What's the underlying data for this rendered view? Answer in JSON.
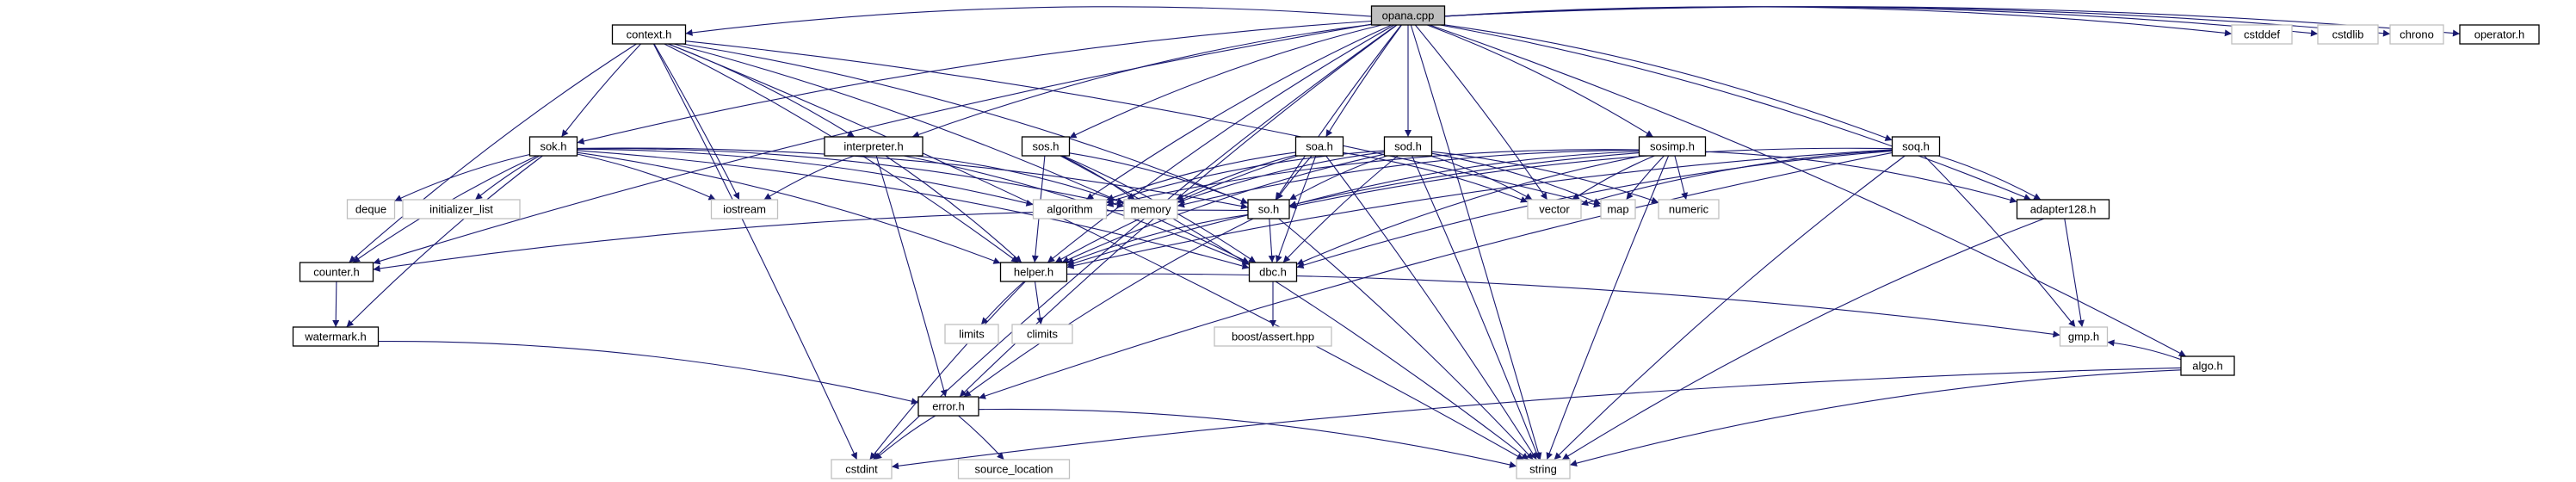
{
  "root": "opana.cpp",
  "nodes": [
    {
      "id": "opana",
      "label": "opana.cpp",
      "kind": "root"
    },
    {
      "id": "context",
      "label": "context.h",
      "kind": "doc"
    },
    {
      "id": "sok",
      "label": "sok.h",
      "kind": "doc"
    },
    {
      "id": "interpreter",
      "label": "interpreter.h",
      "kind": "doc"
    },
    {
      "id": "sos",
      "label": "sos.h",
      "kind": "doc"
    },
    {
      "id": "soa",
      "label": "soa.h",
      "kind": "doc"
    },
    {
      "id": "sod",
      "label": "sod.h",
      "kind": "doc"
    },
    {
      "id": "sosimp",
      "label": "sosimp.h",
      "kind": "doc"
    },
    {
      "id": "soq",
      "label": "soq.h",
      "kind": "doc"
    },
    {
      "id": "so",
      "label": "so.h",
      "kind": "doc"
    },
    {
      "id": "counter",
      "label": "counter.h",
      "kind": "doc"
    },
    {
      "id": "helper",
      "label": "helper.h",
      "kind": "doc"
    },
    {
      "id": "dbc",
      "label": "dbc.h",
      "kind": "doc"
    },
    {
      "id": "watermark",
      "label": "watermark.h",
      "kind": "doc"
    },
    {
      "id": "error",
      "label": "error.h",
      "kind": "doc"
    },
    {
      "id": "adapter128",
      "label": "adapter128.h",
      "kind": "doc"
    },
    {
      "id": "algo",
      "label": "algo.h",
      "kind": "doc"
    },
    {
      "id": "operator",
      "label": "operator.h",
      "kind": "doc"
    },
    {
      "id": "cstddef",
      "label": "cstddef",
      "kind": "sys"
    },
    {
      "id": "cstdlib",
      "label": "cstdlib",
      "kind": "sys"
    },
    {
      "id": "chrono",
      "label": "chrono",
      "kind": "sys"
    },
    {
      "id": "deque",
      "label": "deque",
      "kind": "sys"
    },
    {
      "id": "initializer_list",
      "label": "initializer_list",
      "kind": "sys"
    },
    {
      "id": "iostream",
      "label": "iostream",
      "kind": "sys"
    },
    {
      "id": "algorithm",
      "label": "algorithm",
      "kind": "sys"
    },
    {
      "id": "memory",
      "label": "memory",
      "kind": "sys"
    },
    {
      "id": "vector",
      "label": "vector",
      "kind": "sys"
    },
    {
      "id": "map",
      "label": "map",
      "kind": "sys"
    },
    {
      "id": "numeric",
      "label": "numeric",
      "kind": "sys"
    },
    {
      "id": "limits",
      "label": "limits",
      "kind": "sys"
    },
    {
      "id": "climits",
      "label": "climits",
      "kind": "sys"
    },
    {
      "id": "boost_assert",
      "label": "boost/assert.hpp",
      "kind": "sys"
    },
    {
      "id": "gmp",
      "label": "gmp.h",
      "kind": "sys"
    },
    {
      "id": "cstdint",
      "label": "cstdint",
      "kind": "sys"
    },
    {
      "id": "source_location",
      "label": "source_location",
      "kind": "sys"
    },
    {
      "id": "string",
      "label": "string",
      "kind": "sys"
    }
  ],
  "edges": [
    [
      "opana",
      "context"
    ],
    [
      "opana",
      "sok"
    ],
    [
      "opana",
      "interpreter"
    ],
    [
      "opana",
      "sos"
    ],
    [
      "opana",
      "soa"
    ],
    [
      "opana",
      "sod"
    ],
    [
      "opana",
      "sosimp"
    ],
    [
      "opana",
      "soq"
    ],
    [
      "opana",
      "algo"
    ],
    [
      "opana",
      "operator"
    ],
    [
      "opana",
      "cstddef"
    ],
    [
      "opana",
      "cstdlib"
    ],
    [
      "opana",
      "chrono"
    ],
    [
      "opana",
      "adapter128"
    ],
    [
      "opana",
      "so"
    ],
    [
      "opana",
      "helper"
    ],
    [
      "opana",
      "error"
    ],
    [
      "opana",
      "counter"
    ],
    [
      "opana",
      "cstdint"
    ],
    [
      "opana",
      "string"
    ],
    [
      "opana",
      "vector"
    ],
    [
      "opana",
      "algorithm"
    ],
    [
      "context",
      "sok"
    ],
    [
      "context",
      "interpreter"
    ],
    [
      "context",
      "counter"
    ],
    [
      "context",
      "helper"
    ],
    [
      "context",
      "dbc"
    ],
    [
      "context",
      "iostream"
    ],
    [
      "context",
      "map"
    ],
    [
      "context",
      "cstdint"
    ],
    [
      "context",
      "string"
    ],
    [
      "context",
      "so"
    ],
    [
      "sok",
      "deque"
    ],
    [
      "sok",
      "initializer_list"
    ],
    [
      "sok",
      "iostream"
    ],
    [
      "sok",
      "algorithm"
    ],
    [
      "sok",
      "memory"
    ],
    [
      "sok",
      "so"
    ],
    [
      "sok",
      "counter"
    ],
    [
      "sok",
      "watermark"
    ],
    [
      "sok",
      "helper"
    ],
    [
      "sok",
      "dbc"
    ],
    [
      "interpreter",
      "iostream"
    ],
    [
      "interpreter",
      "memory"
    ],
    [
      "interpreter",
      "helper"
    ],
    [
      "interpreter",
      "dbc"
    ],
    [
      "interpreter",
      "error"
    ],
    [
      "sos",
      "memory"
    ],
    [
      "sos",
      "so"
    ],
    [
      "sos",
      "helper"
    ],
    [
      "sos",
      "dbc"
    ],
    [
      "sos",
      "string"
    ],
    [
      "soa",
      "algorithm"
    ],
    [
      "soa",
      "memory"
    ],
    [
      "soa",
      "so"
    ],
    [
      "soa",
      "helper"
    ],
    [
      "soa",
      "dbc"
    ],
    [
      "soa",
      "vector"
    ],
    [
      "soa",
      "string"
    ],
    [
      "sod",
      "algorithm"
    ],
    [
      "sod",
      "memory"
    ],
    [
      "sod",
      "so"
    ],
    [
      "sod",
      "helper"
    ],
    [
      "sod",
      "dbc"
    ],
    [
      "sod",
      "vector"
    ],
    [
      "sod",
      "map"
    ],
    [
      "sod",
      "string"
    ],
    [
      "sod",
      "numeric"
    ],
    [
      "sosimp",
      "algorithm"
    ],
    [
      "sosimp",
      "memory"
    ],
    [
      "sosimp",
      "so"
    ],
    [
      "sosimp",
      "vector"
    ],
    [
      "sosimp",
      "map"
    ],
    [
      "sosimp",
      "numeric"
    ],
    [
      "sosimp",
      "helper"
    ],
    [
      "sosimp",
      "dbc"
    ],
    [
      "sosimp",
      "adapter128"
    ],
    [
      "sosimp",
      "string"
    ],
    [
      "soq",
      "so"
    ],
    [
      "soq",
      "vector"
    ],
    [
      "soq",
      "adapter128"
    ],
    [
      "soq",
      "gmp"
    ],
    [
      "soq",
      "helper"
    ],
    [
      "soq",
      "dbc"
    ],
    [
      "soq",
      "error"
    ],
    [
      "soq",
      "string"
    ],
    [
      "so",
      "counter"
    ],
    [
      "so",
      "helper"
    ],
    [
      "so",
      "dbc"
    ],
    [
      "so",
      "error"
    ],
    [
      "so",
      "string"
    ],
    [
      "counter",
      "watermark"
    ],
    [
      "watermark",
      "error"
    ],
    [
      "helper",
      "limits"
    ],
    [
      "helper",
      "climits"
    ],
    [
      "helper",
      "gmp"
    ],
    [
      "helper",
      "cstdint"
    ],
    [
      "dbc",
      "boost_assert"
    ],
    [
      "error",
      "cstdint"
    ],
    [
      "error",
      "source_location"
    ],
    [
      "error",
      "string"
    ],
    [
      "adapter128",
      "gmp"
    ],
    [
      "adapter128",
      "string"
    ],
    [
      "algo",
      "gmp"
    ],
    [
      "algo",
      "cstdint"
    ],
    [
      "algo",
      "string"
    ]
  ]
}
